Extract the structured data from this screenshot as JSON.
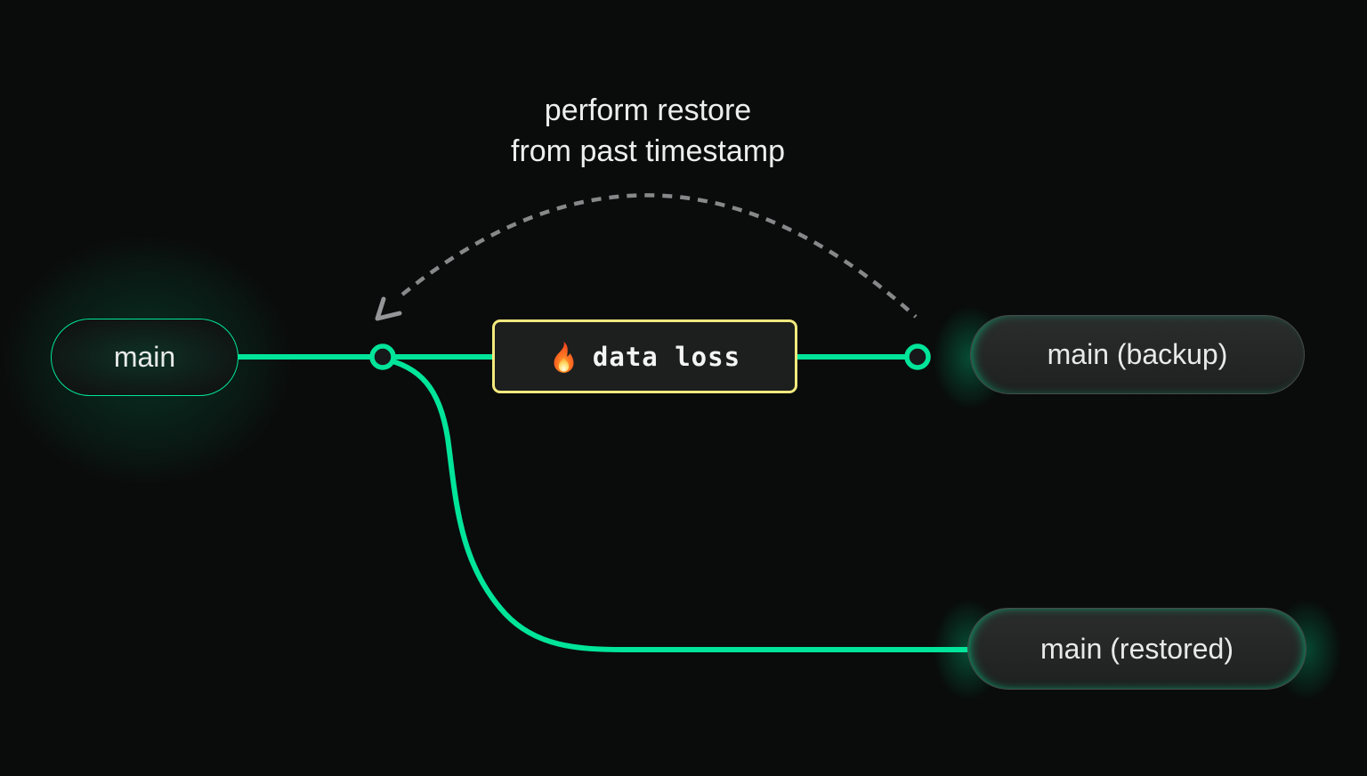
{
  "caption": {
    "line1": "perform restore",
    "line2": "from past timestamp"
  },
  "nodes": {
    "main": {
      "label": "main"
    },
    "data_loss": {
      "label": "data loss",
      "icon": "fire-icon"
    },
    "backup": {
      "label": "main (backup)"
    },
    "restored": {
      "label": "main (restored)"
    }
  },
  "colors": {
    "background": "#0a0c0b",
    "branch_green": "#00e599",
    "data_loss_border": "#f3e97e",
    "dashed_arrow_gray": "#8a8c8d",
    "label_text": "#e8eae9"
  }
}
